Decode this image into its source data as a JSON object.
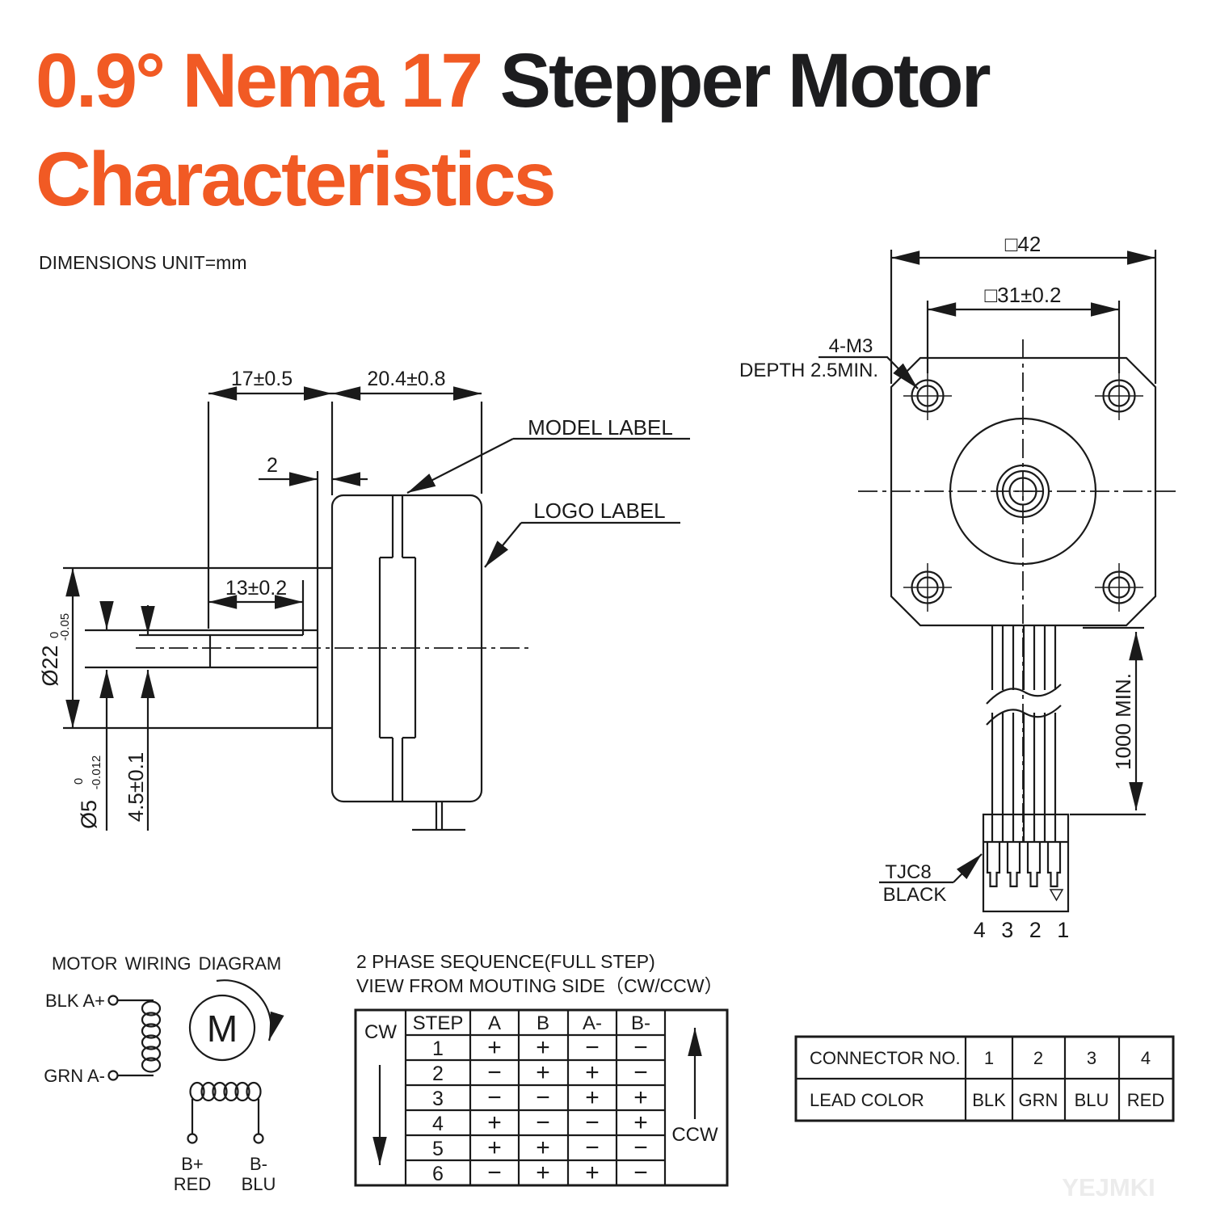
{
  "title": {
    "accent_line1": "0.9° Nema 17",
    "rest_line1": " Stepper Motor",
    "accent_line2": "Characteristics",
    "accent_color": "#F15A24",
    "text_color": "#1d1d1f"
  },
  "units_note": "DIMENSIONS UNIT=mm",
  "side_view": {
    "dims": {
      "shaft_length": "17±0.5",
      "body_length": "20.4±0.8",
      "boss_thickness": "2",
      "flat_length": "13±0.2",
      "boss_dia": "Ø22",
      "boss_dia_tol_upper": "0",
      "boss_dia_tol_lower": "-0.05",
      "shaft_dia": "Ø5",
      "shaft_dia_tol_upper": "0",
      "shaft_dia_tol_lower": "-0.012",
      "flat_depth": "4.5±0.1"
    },
    "labels": {
      "model": "MODEL LABEL",
      "logo": "LOGO LABEL"
    }
  },
  "front_view": {
    "dims": {
      "frame_size": "□42",
      "hole_spacing": "□31±0.2",
      "mount_holes_line1": "4-M3",
      "mount_holes_line2": "DEPTH 2.5MIN.",
      "cable_length": "1000 MIN."
    },
    "connector": {
      "label_line1": "TJC8",
      "label_line2": "BLACK",
      "pin_numbers": "4 3 2 1"
    }
  },
  "wiring": {
    "title": "MOTOR WIRING  DIAGRAM",
    "motor_symbol": "M",
    "terminals": {
      "a_plus": "BLK  A+",
      "a_minus": "GRN  A-",
      "b_plus_line1": "B+",
      "b_plus_line2": "RED",
      "b_minus_line1": "B-",
      "b_minus_line2": "BLU"
    }
  },
  "phase_table": {
    "title_line1": "2 PHASE SEQUENCE(FULL STEP)",
    "title_line2": "VIEW FROM MOUTING SIDE（CW/CCW）",
    "cw": "CW",
    "ccw": "CCW",
    "headers": [
      "STEP",
      "A",
      "B",
      "A-",
      "B-"
    ],
    "rows": [
      [
        "1",
        "+",
        "+",
        "−",
        "−"
      ],
      [
        "2",
        "−",
        "+",
        "+",
        "−"
      ],
      [
        "3",
        "−",
        "−",
        "+",
        "+"
      ],
      [
        "4",
        "+",
        "−",
        "−",
        "+"
      ],
      [
        "5",
        "+",
        "+",
        "−",
        "−"
      ],
      [
        "6",
        "−",
        "+",
        "+",
        "−"
      ]
    ]
  },
  "connector_table": {
    "rows": [
      {
        "label": "CONNECTOR NO.",
        "values": [
          "1",
          "2",
          "3",
          "4"
        ]
      },
      {
        "label": "LEAD COLOR",
        "values": [
          "BLK",
          "GRN",
          "BLU",
          "RED"
        ]
      }
    ]
  },
  "watermark": "YEJMKI"
}
